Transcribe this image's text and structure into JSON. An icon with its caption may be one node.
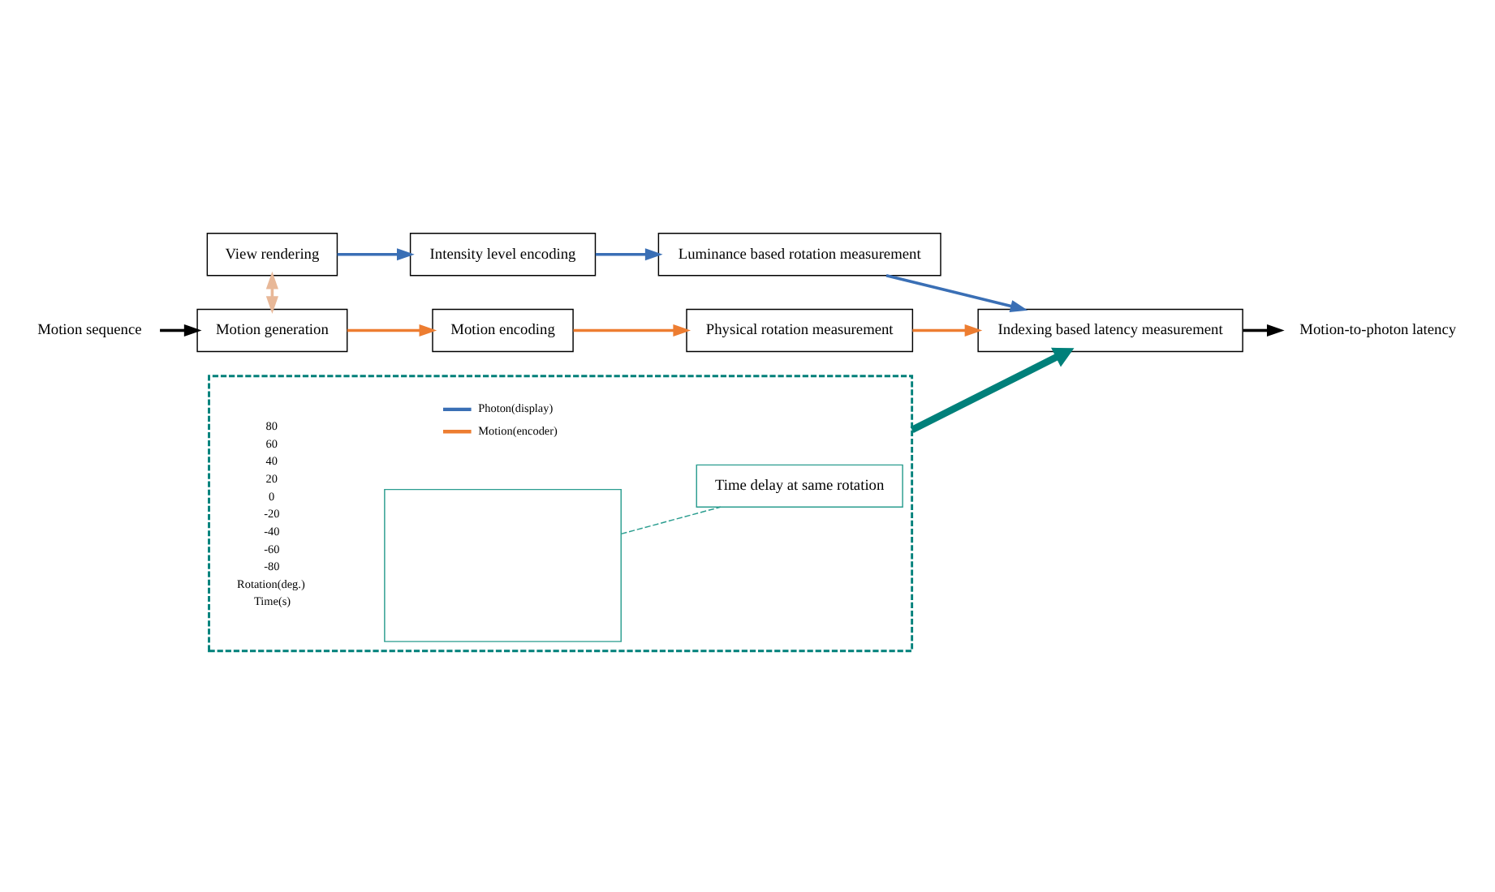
{
  "diagram": {
    "nodes": [
      {
        "text": [
          "Motion sequence"
        ]
      },
      {
        "text": [
          "Motion generation"
        ]
      },
      {
        "text": [
          "Motion encoding"
        ]
      },
      {
        "text": [
          "Physical rotation measurement"
        ]
      },
      {
        "text": [
          "Indexing based latency measurement"
        ]
      },
      {
        "text": [
          "Motion-to-photon latency"
        ]
      },
      {
        "text": [
          "View rendering"
        ]
      },
      {
        "text": [
          "Intensity level encoding"
        ]
      },
      {
        "text": [
          "Luminance based rotation measurement"
        ]
      },
      {
        "text": [],
        "shape": "box"
      },
      {
        "text": [],
        "shape": "box",
        "in": 9
      },
      {
        "text": [
          "Time delay at same rotation"
        ],
        "in": 9
      }
    ],
    "edges": [
      {
        "from": 0,
        "to": 1,
        "arrow": "to",
        "color": "#000000"
      },
      {
        "from": 1,
        "to": 2,
        "arrow": "to",
        "color": "#ed7d31"
      },
      {
        "from": 2,
        "to": 3,
        "arrow": "to",
        "color": "#ed7d31"
      },
      {
        "from": 3,
        "to": 4,
        "arrow": "to",
        "color": "#ed7d31"
      },
      {
        "from": 4,
        "to": 5,
        "arrow": "to",
        "color": "#000000"
      },
      {
        "from": 6,
        "to": 1,
        "arrow": "both",
        "color": "#e8b898"
      },
      {
        "from": 6,
        "to": 7,
        "arrow": "to",
        "color": "#3a6fb5"
      },
      {
        "from": 7,
        "to": 8,
        "arrow": "to",
        "color": "#3a6fb5"
      },
      {
        "from": 8,
        "to": 4,
        "arrow": "to",
        "color": "#3a6fb5"
      },
      {
        "from": 9,
        "to": 4,
        "arrow": "to",
        "style": "thick",
        "color": "#00807a"
      },
      {
        "from": 10,
        "to": 11,
        "arrow": "none",
        "style": "dashed",
        "color": "#2a9d8f"
      }
    ],
    "labels": [
      "80",
      "60",
      "40",
      "20",
      "0",
      "-20",
      "-40",
      "-60",
      "-80",
      "Rotation(deg.)",
      "Time(s)"
    ],
    "legend": [
      {
        "text": "Photon(display)"
      },
      {
        "text": "Motion(encoder)"
      }
    ]
  }
}
